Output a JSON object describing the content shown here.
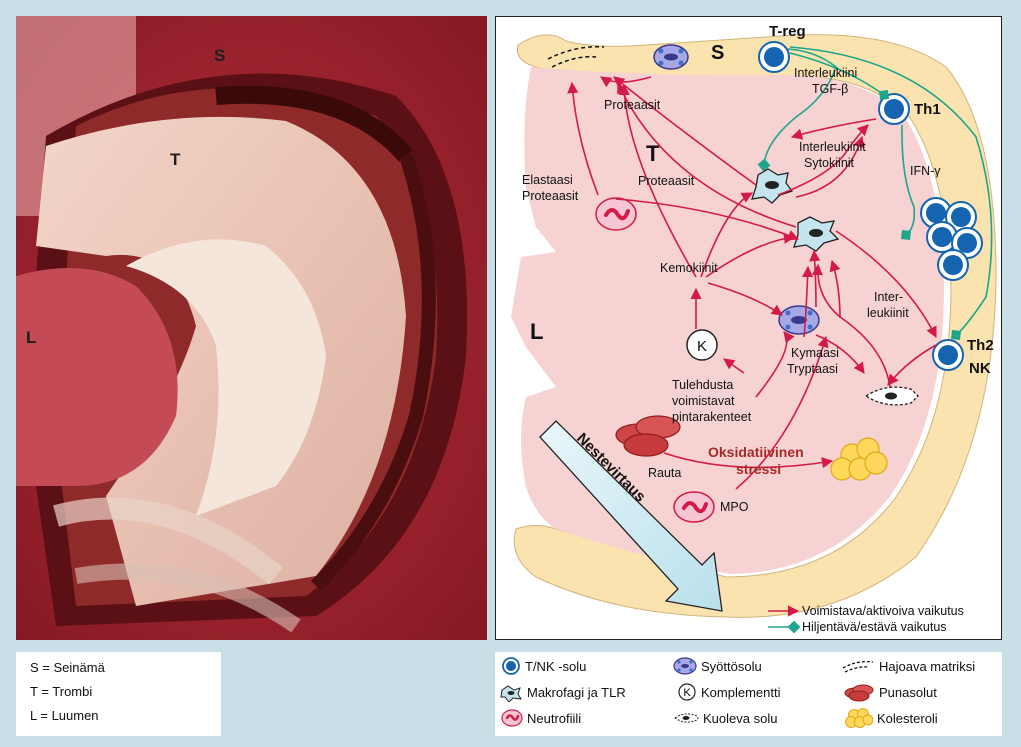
{
  "photo": {
    "label_s": "S",
    "label_t": "T",
    "label_l": "L"
  },
  "diagram": {
    "region_s": "S",
    "region_t": "T",
    "region_l": "L",
    "cells": {
      "treg": "T-reg",
      "th1": "Th1",
      "th2": "Th2",
      "nk": "NK",
      "k": "K"
    },
    "labels": {
      "proteaasit_top": "Proteaasit",
      "interleukiini": "Interleukiini",
      "tgf": "TGF-β",
      "interleukiinit": "Interleukiinit",
      "sytokiinit": "Sytokiinit",
      "ifn": "IFN-γ",
      "elastaasi": "Elastaasi",
      "proteaasit_left": "Proteaasit",
      "proteaasit_mid": "Proteaasit",
      "kemokiinit": "Kemokiinit",
      "inter": "Inter-",
      "leukiinit": "leukiinit",
      "kymaasi": "Kymaasi",
      "tryptaasi": "Tryptaasi",
      "tulehdusta": "Tulehdusta",
      "voimistavat": "voimistavat",
      "pintarakenteet": "pintarakenteet",
      "oksidatiivinen": "Oksidatiivinen",
      "stressi": "stressi",
      "rauta": "Rauta",
      "mpo": "MPO",
      "nestevirtaus": "Nestevirtaus"
    },
    "legend": {
      "red": "Voimistava/aktivoiva vaikutus",
      "green": "Hiljentävä/estävä vaikutus"
    }
  },
  "legend_left": [
    "S = Seinämä",
    "T = Trombi",
    "L = Luumen"
  ],
  "legend_right": {
    "tnk": "T/NK -solu",
    "makrofagi": "Makrofagi ja TLR",
    "neutrofiili": "Neutrofiili",
    "syottosolu": "Syöttösolu",
    "komplementti": "Komplementti",
    "komplementti_icon": "K",
    "kuoleva": "Kuoleva solu",
    "hajoava": "Hajoava matriksi",
    "punasolut": "Punasolut",
    "kolesteroli": "Kolesteroli"
  },
  "colors": {
    "background": "#c9dfe8",
    "activating": "#d41a47",
    "inhibiting": "#1ea58c",
    "thrombus": "#f6d2d2",
    "wall": "#fbe3b0",
    "tcell": "#1564b0",
    "oxidative": "#a52a2a"
  }
}
